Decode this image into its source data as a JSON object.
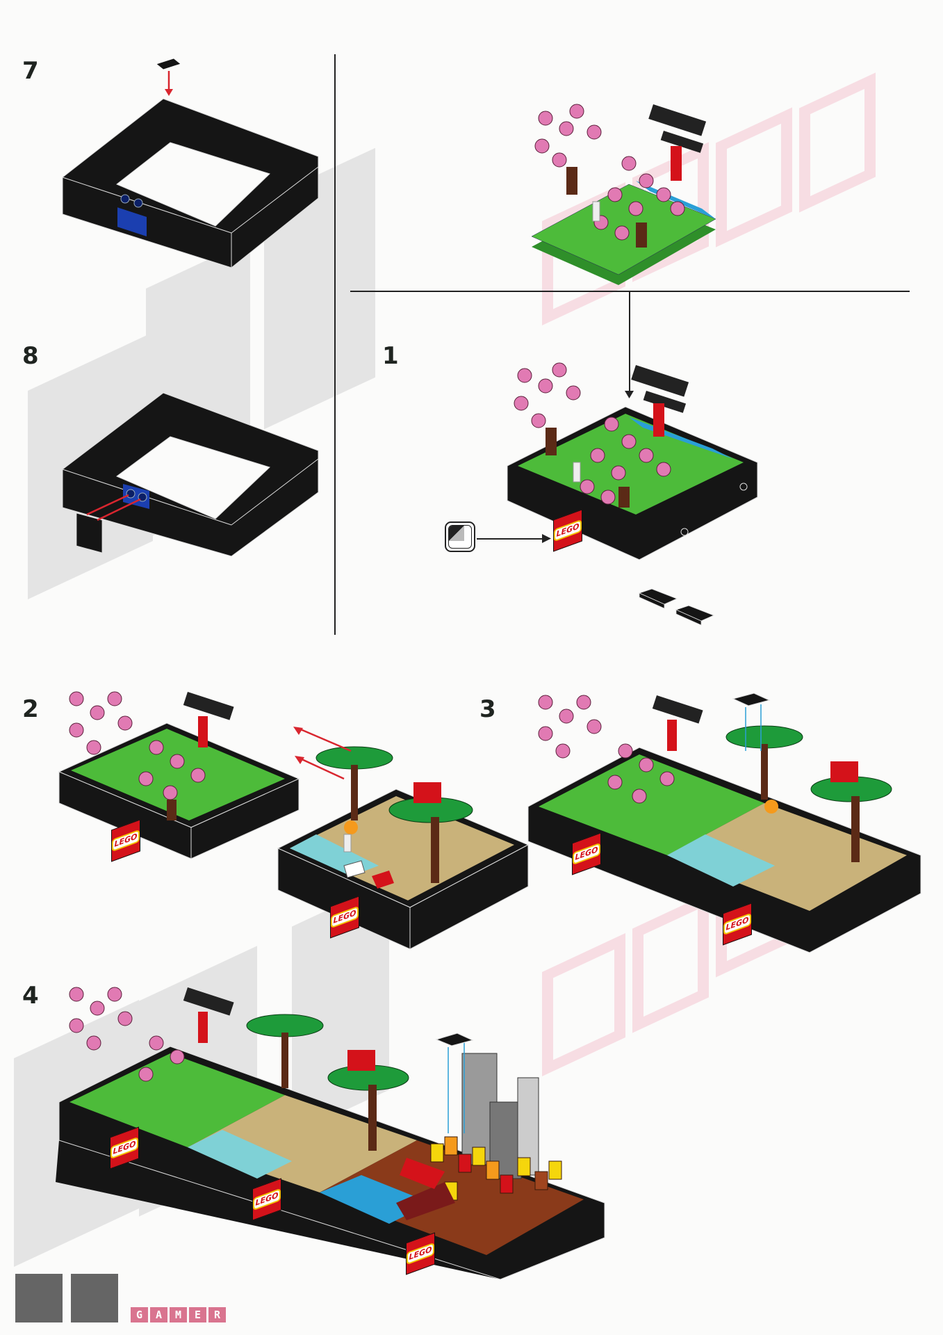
{
  "page": {
    "type": "LEGO building instructions",
    "background": "#fbfbfa"
  },
  "steps": [
    {
      "number": "7",
      "label": "7",
      "description": "Add 1x1 black tile to corner of black frame",
      "arrow_color": "#d9262f"
    },
    {
      "number": "8",
      "label": "8",
      "description": "Attach 2x2 black tile to blue studs on front of frame",
      "arrow_color": "#d9262f"
    },
    {
      "number": "1",
      "label": "1",
      "description": "Place cherry blossom garden module on frame; apply LEGO sticker; two 1x2 black tiles shown",
      "sticker_label": "LEGO"
    },
    {
      "number": "2",
      "label": "2",
      "description": "Connect tropical beach module to cherry blossom module",
      "arrow_color": "#d9262f",
      "sticker_labels": [
        "LEGO",
        "LEGO"
      ]
    },
    {
      "number": "3",
      "label": "3",
      "description": "Add 1x2 black tile on top of combined modules",
      "arrow_color": "#2a9fd6",
      "sticker_labels": [
        "LEGO",
        "LEGO"
      ]
    },
    {
      "number": "4",
      "label": "4",
      "description": "Add city harbor module with lanterns and skyscrapers; add 1x2 black tile",
      "arrow_color": "#2a9fd6",
      "sticker_labels": [
        "LEGO",
        "LEGO",
        "LEGO"
      ]
    }
  ],
  "parts": {
    "tile_1x1": "1x1 black tile",
    "tile_2x2": "2x2 black tile",
    "tile_1x2_count": "2"
  },
  "callout": {
    "icon": "sticker-icon",
    "target": "LEGO"
  },
  "watermark": {
    "logo_letters": "VJ",
    "logo_sub": [
      "G",
      "A",
      "M",
      "E",
      "R"
    ],
    "brand_pink": "#d9748f",
    "logo_gray": "#656565"
  },
  "colors": {
    "frame_black": "#151515",
    "baseplate_green": "#4dbb3a",
    "blossom_pink": "#e17ab3",
    "lego_red": "#d4121a",
    "tan": "#c9b27a",
    "water_blue": "#2a9fd6",
    "arrow_red": "#d9262f"
  }
}
